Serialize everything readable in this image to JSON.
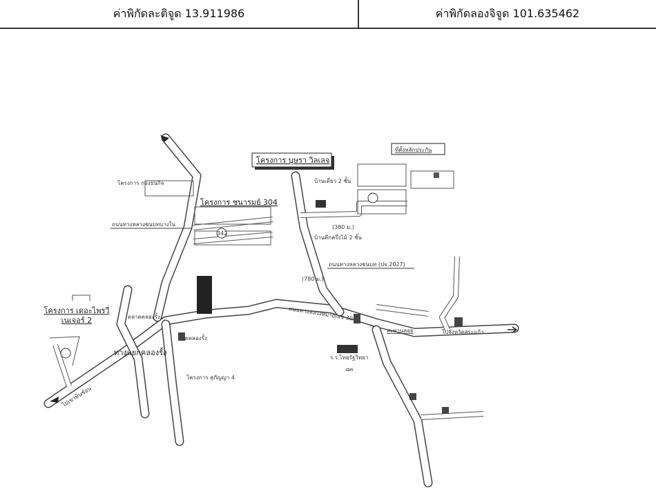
{
  "header": {
    "latitude_label": "ค่าพิกัดละติจูด 13.911986",
    "longitude_label": "ค่าพิกัดลองจิจูด 101.635462"
  },
  "map": {
    "labels": {
      "collateral": "ที่ตั้งหลักประกัน",
      "project_budsara": "โครงการ บุษรา วิลเลจ",
      "project_304": "โครงการ ชนารมย์ 304",
      "project_kongthanakit": "โครงการ กองธนกิจ",
      "rural_road_left": "ถนนทางหลวงชนบทบางใน",
      "rural_road_2027": "ถนนทางหลวงชนบท (ปจ.2027)",
      "dist_380": "(380 ม.)",
      "dist_780": "(780 ม.)",
      "house_2_floor": "บ้านเดี่ยว 2 ชั้น",
      "house_wood": "บ้านตึกครึ่งไม้ 2 ชั้น",
      "project_privy": "โครงการ เดอะไพรวี่ เนเจอร์ 2",
      "junction": "ทางแยกคลองรั้ง",
      "project_supanya": "โครงการ สุภัญญา 4",
      "highway_304": "ถนนทางหลวงหมายเลข 304",
      "overpass": "สะพานลอย",
      "to_sakaeo": "ไปจังหวัดสระแก้ว",
      "to_khaohinson": "ไปเขาหินซ้อน",
      "school": "ร.ร.ไทยรัฐวิทยา",
      "school_no": "๘๓",
      "temple": "วัดคลองรั้ง",
      "market": "ตลาดคลองรั้ง",
      "plot_no": "342"
    },
    "colors": {
      "road": "#444444",
      "ink": "#222222"
    }
  }
}
